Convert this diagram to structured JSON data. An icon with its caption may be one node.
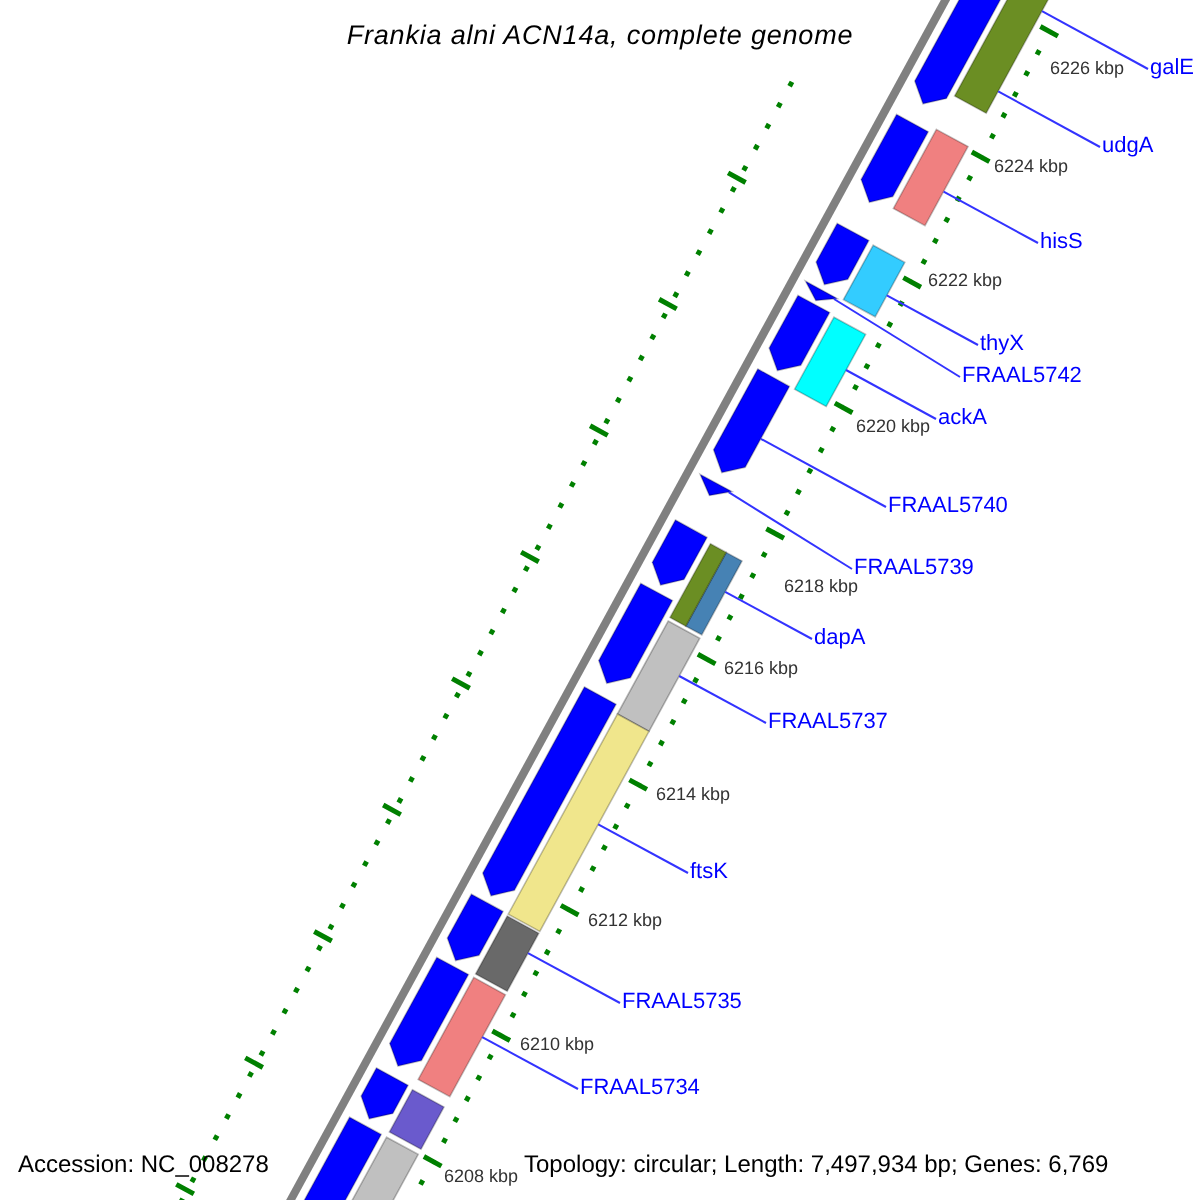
{
  "diagram": {
    "title": "Frankia alni ACN14a, complete genome",
    "nodes": [
      {
        "text": [
          "galE"
        ]
      },
      {
        "text": [
          "udgA"
        ]
      },
      {
        "text": [
          "hisS"
        ]
      },
      {
        "text": [
          "thyX"
        ]
      },
      {
        "text": [
          "FRAAL5742"
        ]
      },
      {
        "text": [
          "ackA"
        ]
      },
      {
        "text": [
          "FRAAL5740"
        ]
      },
      {
        "text": [
          "FRAAL5739"
        ]
      },
      {
        "text": [
          "dapA"
        ]
      },
      {
        "text": [
          "FRAAL5737"
        ]
      },
      {
        "text": [
          "ftsK"
        ]
      },
      {
        "text": [
          "FRAAL5735"
        ]
      },
      {
        "text": [
          "FRAAL5734"
        ]
      },
      {
        "text": [],
        "shape": "bar"
      },
      {
        "text": [],
        "shape": "bar"
      },
      {
        "text": [],
        "shape": "bar"
      },
      {
        "text": [],
        "shape": "triangle"
      },
      {
        "text": [],
        "shape": "bar"
      },
      {
        "text": [],
        "shape": "pentagon"
      },
      {
        "text": [],
        "shape": "triangle"
      },
      {
        "text": [],
        "shape": "bar"
      },
      {
        "text": [],
        "shape": "bar"
      },
      {
        "text": [],
        "shape": "bar"
      },
      {
        "text": [],
        "shape": "bar"
      },
      {
        "text": [],
        "shape": "bar"
      },
      {
        "text": [],
        "shape": "pentagon"
      },
      {
        "text": [],
        "shape": "pentagon"
      },
      {
        "text": [],
        "shape": "pentagon"
      },
      {
        "text": [],
        "shape": "pentagon"
      },
      {
        "text": [],
        "shape": "pentagon"
      },
      {
        "text": [],
        "shape": "pentagon"
      },
      {
        "text": [],
        "shape": "pentagon"
      },
      {
        "text": [],
        "shape": "pentagon"
      },
      {
        "text": [],
        "shape": "pentagon"
      },
      {
        "text": [],
        "shape": "pentagon"
      },
      {
        "text": [],
        "shape": "pentagon"
      },
      {
        "text": [],
        "shape": "bar"
      },
      {
        "text": [],
        "shape": "bar"
      },
      {
        "text": [],
        "shape": "bar"
      }
    ],
    "edges": [
      {
        "from": 0,
        "to": 13,
        "arrow": "none"
      },
      {
        "from": 1,
        "to": 13,
        "arrow": "none"
      },
      {
        "from": 2,
        "to": 14,
        "arrow": "none"
      },
      {
        "from": 3,
        "to": 15,
        "arrow": "none"
      },
      {
        "from": 4,
        "to": 16,
        "arrow": "none"
      },
      {
        "from": 5,
        "to": 17,
        "arrow": "none"
      },
      {
        "from": 6,
        "to": 18,
        "arrow": "none"
      },
      {
        "from": 7,
        "to": 19,
        "arrow": "none"
      },
      {
        "from": 8,
        "to": 20,
        "arrow": "none"
      },
      {
        "from": 9,
        "to": 21,
        "arrow": "none"
      },
      {
        "from": 10,
        "to": 22,
        "arrow": "none"
      },
      {
        "from": 11,
        "to": 23,
        "arrow": "none"
      },
      {
        "from": 12,
        "to": 24,
        "arrow": "none"
      }
    ],
    "labels": [
      "6226 kbp",
      "6224 kbp",
      "6222 kbp",
      "6220 kbp",
      "6218 kbp",
      "6216 kbp",
      "6214 kbp",
      "6212 kbp",
      "6210 kbp",
      "6208 kbp",
      "Accession: NC_008278",
      "Topology: circular; Length: 7,497,934 bp; Genes: 6,769"
    ]
  }
}
